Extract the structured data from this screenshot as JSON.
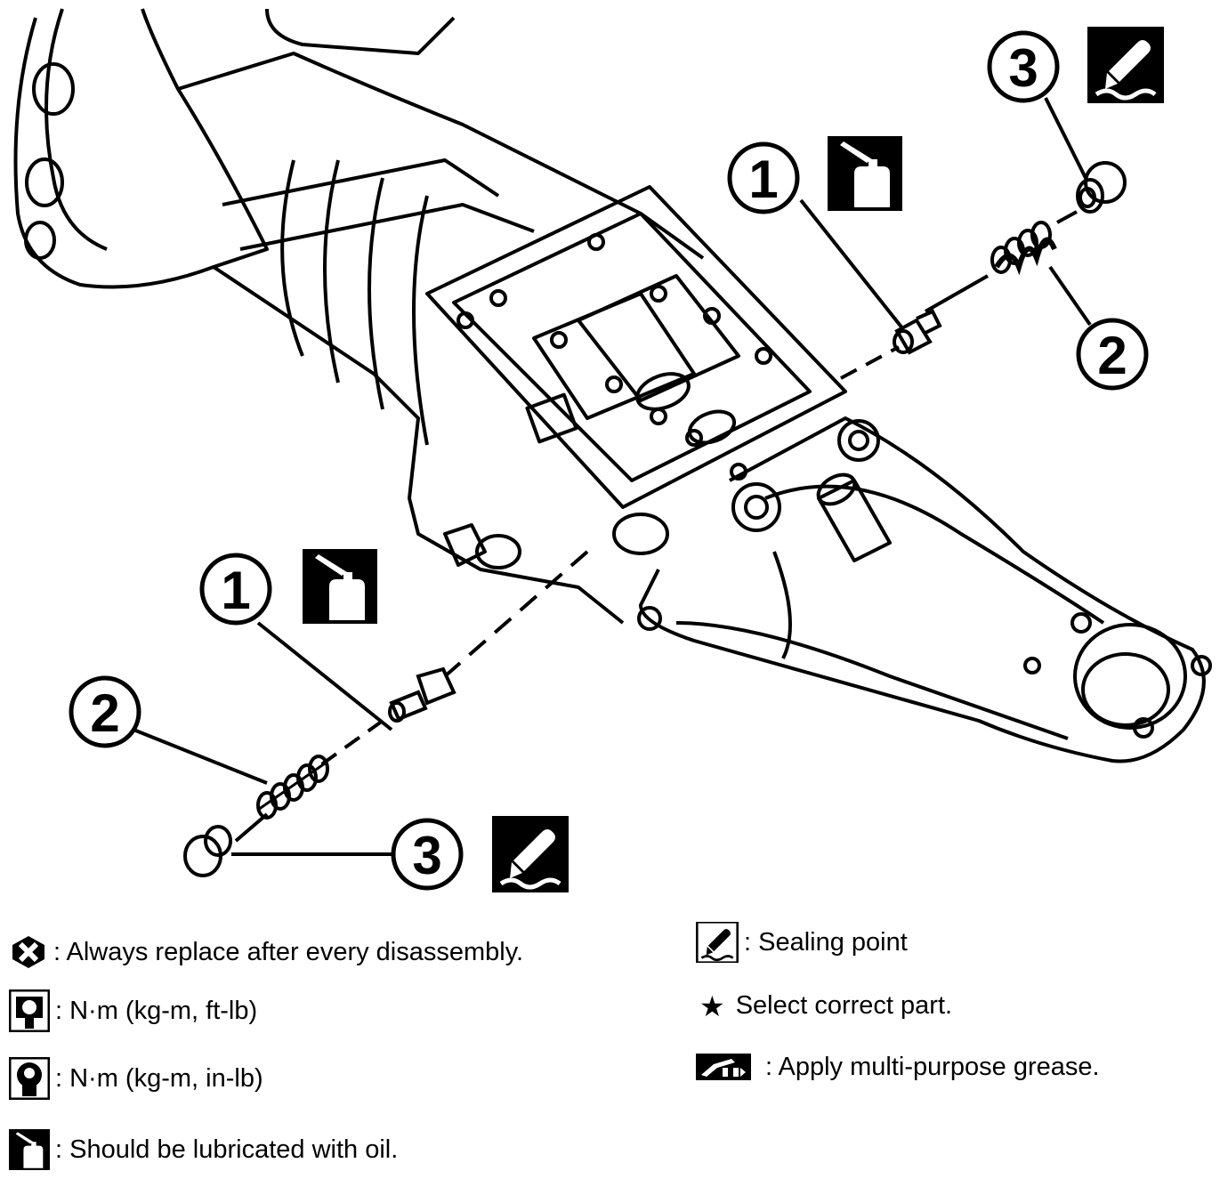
{
  "callouts": {
    "c1_upper": "1",
    "c1_lower": "1",
    "c2_upper": "2",
    "c2_lower": "2",
    "c3_upper": "3",
    "c3_lower": "3"
  },
  "legend": {
    "replace": ": Always replace after every disassembly.",
    "torque_ftlb": ": N·m (kg-m, ft-lb)",
    "torque_inlb": ": N·m (kg-m, in-lb)",
    "oil": ": Should be lubricated with oil.",
    "sealing": ": Sealing point",
    "select_star": "★",
    "select": "Select correct part.",
    "grease": ": Apply multi-purpose grease."
  },
  "icons": {
    "oil": "oil-can-icon",
    "sealant": "sealant-tube-icon",
    "replace": "replace-x-icon",
    "torque": "torque-wrench-icon",
    "grease": "grease-icon"
  },
  "colors": {
    "ink": "#000000",
    "paper": "#ffffff"
  }
}
